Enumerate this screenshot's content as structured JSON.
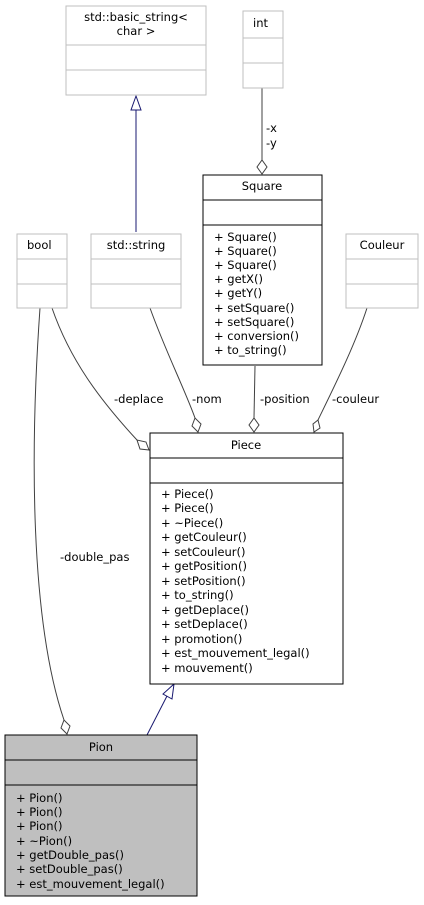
{
  "classes": {
    "basic_string": {
      "name_line1": "std::basic_string<",
      "name_line2": "char >"
    },
    "int": {
      "name": "int"
    },
    "square": {
      "name": "Square",
      "methods": [
        "+ Square()",
        "+ Square()",
        "+ Square()",
        "+ getX()",
        "+ getY()",
        "+ setSquare()",
        "+ setSquare()",
        "+ conversion()",
        "+ to_string()"
      ]
    },
    "bool": {
      "name": "bool"
    },
    "std_string": {
      "name": "std::string"
    },
    "couleur": {
      "name": "Couleur"
    },
    "piece": {
      "name": "Piece",
      "methods": [
        "+ Piece()",
        "+ Piece()",
        "+ ~Piece()",
        "+ getCouleur()",
        "+ setCouleur()",
        "+ getPosition()",
        "+ setPosition()",
        "+ to_string()",
        "+ getDeplace()",
        "+ setDeplace()",
        "+ promotion()",
        "+ est_mouvement_legal()",
        "+ mouvement()"
      ]
    },
    "pion": {
      "name": "Pion",
      "methods": [
        "+ Pion()",
        "+ Pion()",
        "+ Pion()",
        "+ ~Pion()",
        "+ getDouble_pas()",
        "+ setDouble_pas()",
        "+ est_mouvement_legal()"
      ]
    }
  },
  "edges": {
    "x_label": "-x",
    "y_label": "-y",
    "deplace": "-deplace",
    "nom": "-nom",
    "position": "-position",
    "couleur": "-couleur",
    "double_pas": "-double_pas"
  },
  "colors": {
    "inheritance": "#191970",
    "association": "#404040",
    "gray_border": "#bfbfbf",
    "highlight_fill": "#bfbfbf"
  }
}
